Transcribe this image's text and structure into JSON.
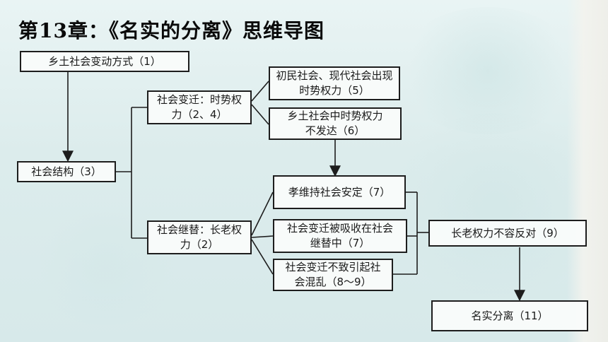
{
  "title": "第13章：《名实的分离》思维导图",
  "nodes": {
    "mode_of_change": "乡土社会变动方式（1）",
    "social_structure": "社会结构（3）",
    "change_power": "社会变迁：时势权力（2、4）",
    "early_modern": "初民社会、现代社会出现时势权力（5）",
    "rural_underdeveloped": "乡土社会中时势权力不发达（6）",
    "succession_power": "社会继替：长老权力（2）",
    "filial_piety": "孝维持社会安定（7）",
    "absorbed": "社会变迁被吸收在社会继替中（7）",
    "no_chaos": "社会变迁不致引起社会混乱（8～9）",
    "elder_unopposed": "长老权力不容反对（9）",
    "separation": "名实分离（11）"
  }
}
